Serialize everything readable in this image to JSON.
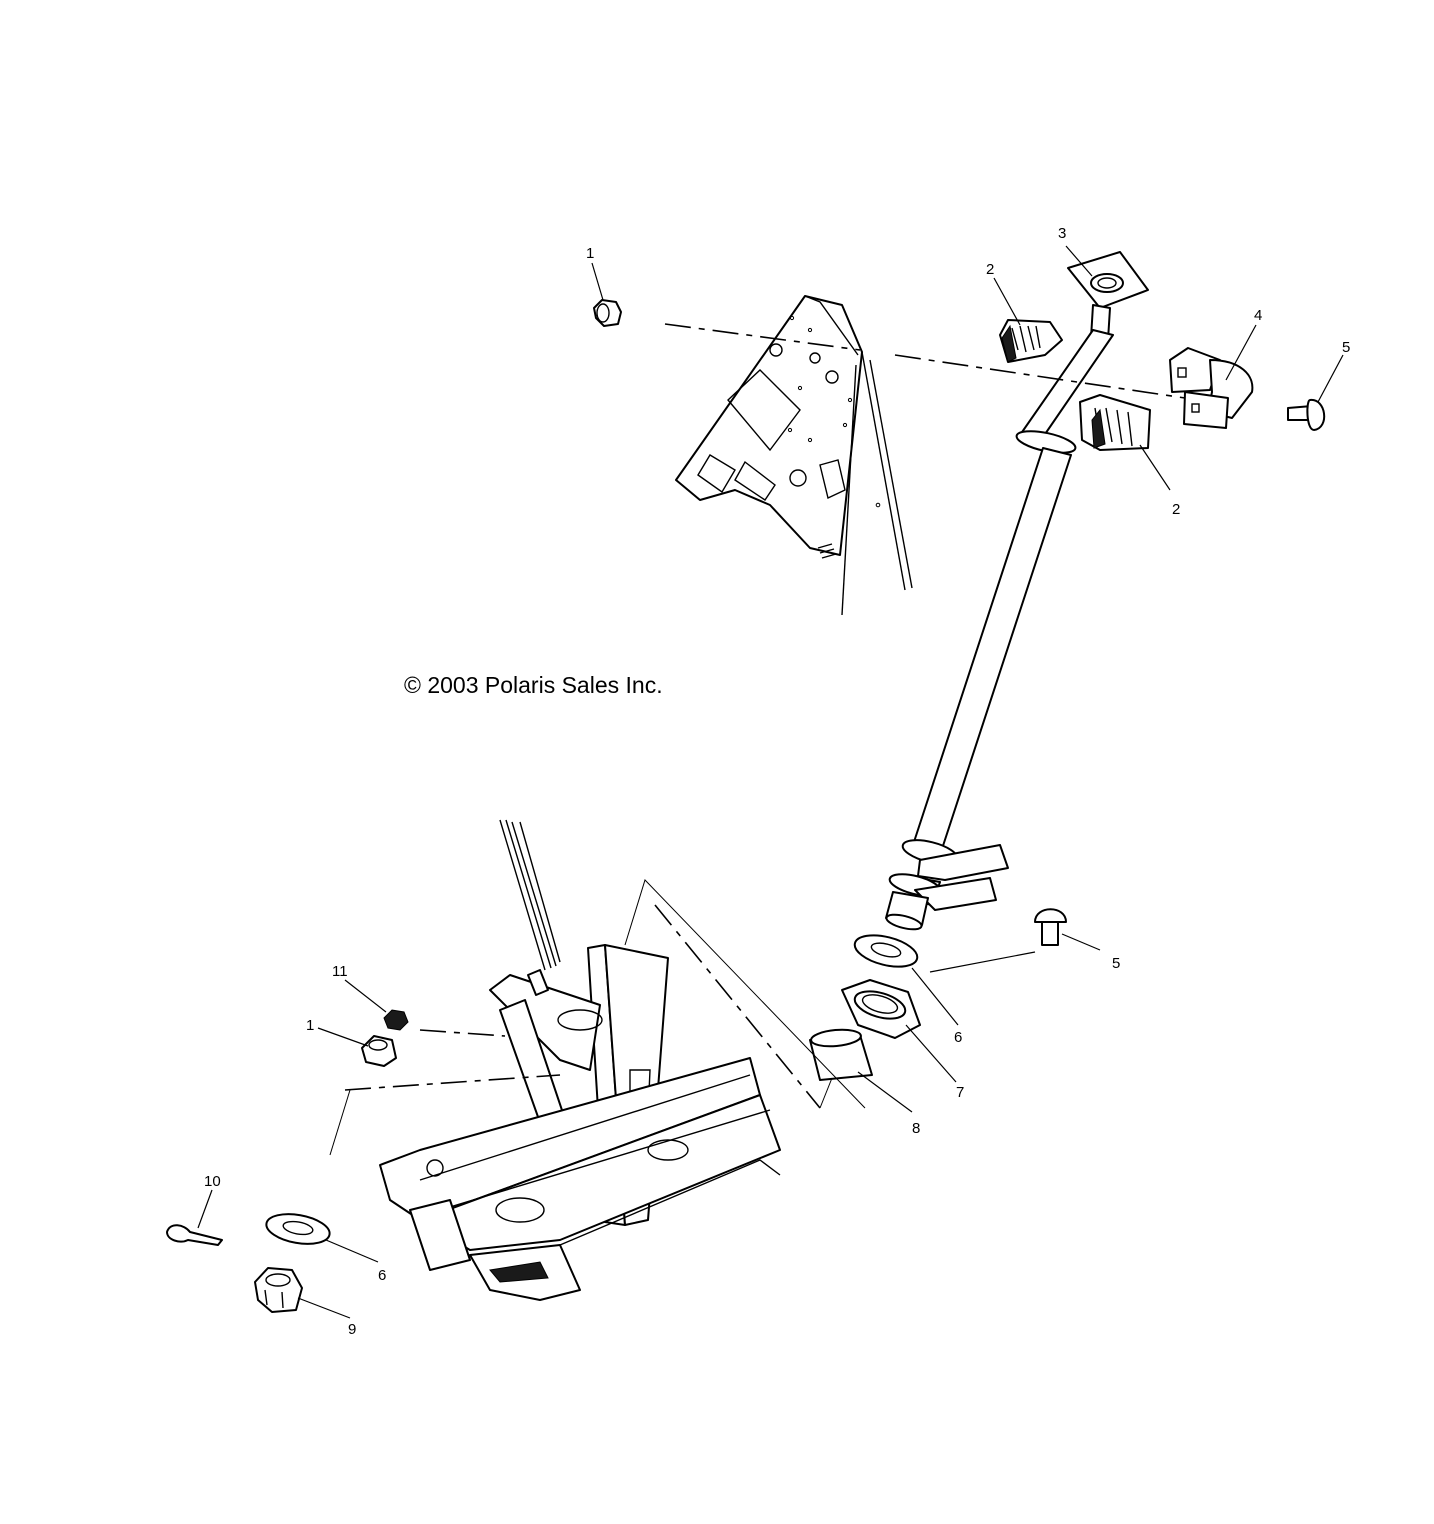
{
  "copyright": "© 2003 Polaris Sales Inc.",
  "callouts": {
    "c1_top": "1",
    "c2_top": "2",
    "c3": "3",
    "c4": "4",
    "c5_top": "5",
    "c2_bottom": "2",
    "c11": "11",
    "c1_bottom": "1",
    "c5_mid": "5",
    "c6_mid": "6",
    "c7": "7",
    "c8": "8",
    "c10": "10",
    "c6_bottom": "6",
    "c9": "9"
  }
}
